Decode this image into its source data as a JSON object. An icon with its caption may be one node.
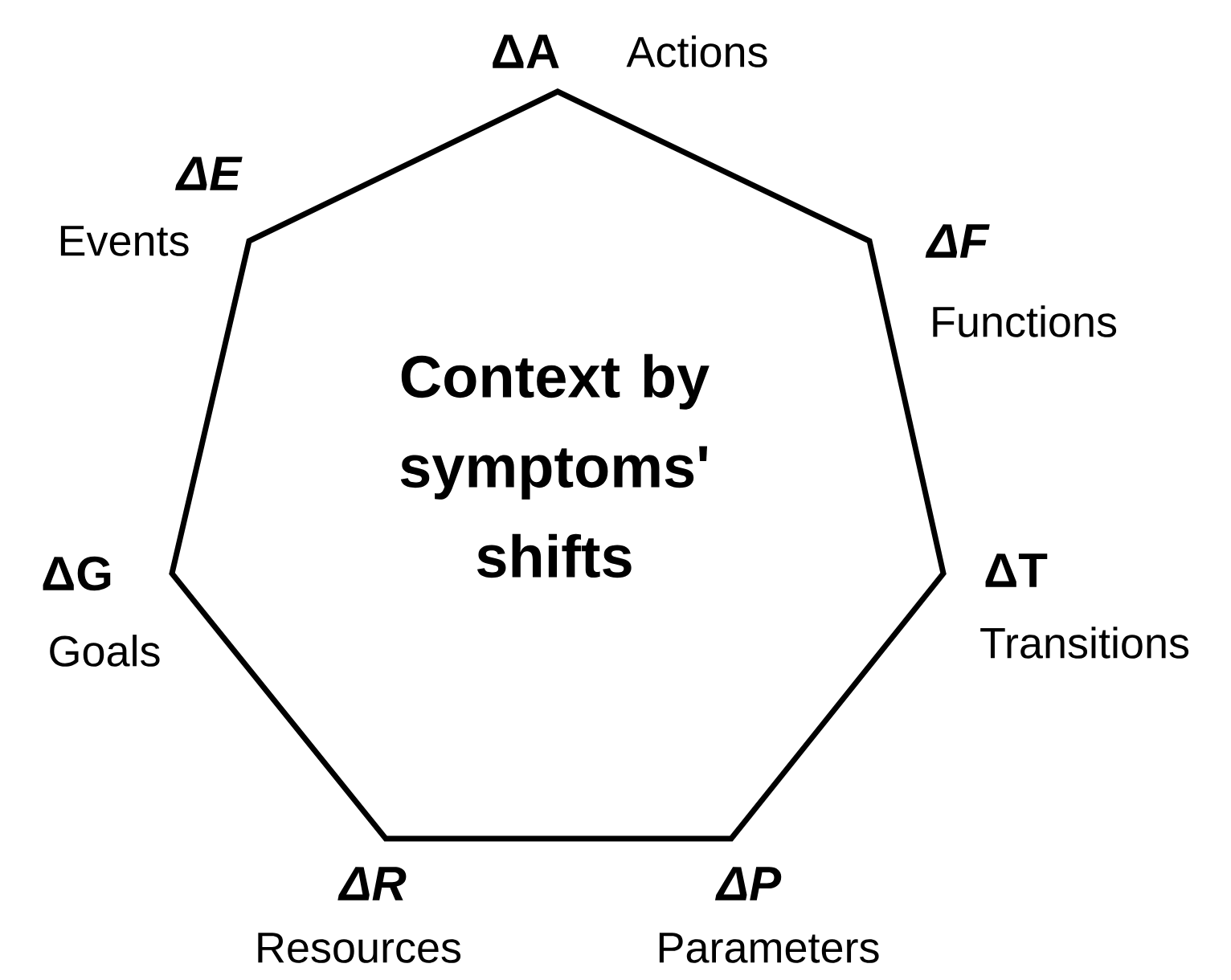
{
  "diagram": {
    "nodes": [
      {
        "text": [
          "Context by symptoms' shifts"
        ]
      }
    ],
    "labels": [
      "ΔA",
      "Actions",
      "ΔE",
      "Events",
      "ΔF",
      "Functions",
      "ΔG",
      "Goals",
      "ΔT",
      "Transitions",
      "ΔR",
      "Resources",
      "ΔP",
      "Parameters"
    ]
  }
}
